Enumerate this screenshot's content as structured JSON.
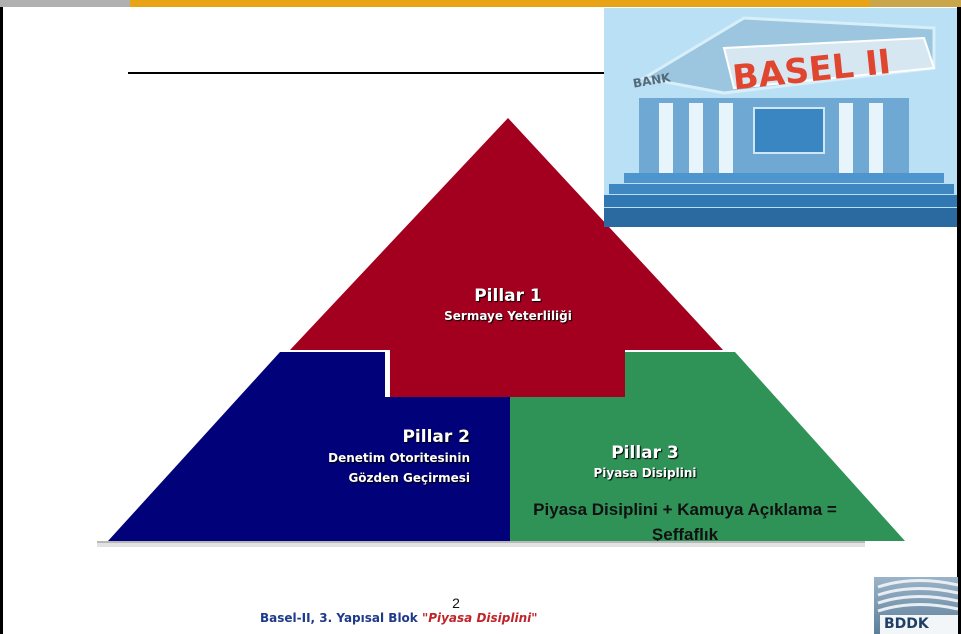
{
  "pyramid": {
    "pillar1": {
      "title": "Pillar 1",
      "subtitle": "Sermaye Yeterliliği",
      "color": "#a3001f"
    },
    "pillar2": {
      "title": "Pillar 2",
      "subtitle_line1": "Denetim Otoritesinin",
      "subtitle_line2": "Gözden Geçirmesi",
      "color": "#010179"
    },
    "pillar3": {
      "title": "Pillar 3",
      "subtitle": "Piyasa Disiplini",
      "color": "#2f9358"
    }
  },
  "emphasis": {
    "line1": "Piyasa Disiplini + Kamuya Açıklama =",
    "line2": "Şeffaflık"
  },
  "illustration": {
    "sign_text": "BASEL II",
    "small_sign": "BANK"
  },
  "footer": {
    "page_number": "2",
    "prefix": "Basel-II, 3. Yapısal Blok ",
    "highlight": "\"Piyasa Disiplini\""
  },
  "logo": {
    "text": "BDDK"
  }
}
